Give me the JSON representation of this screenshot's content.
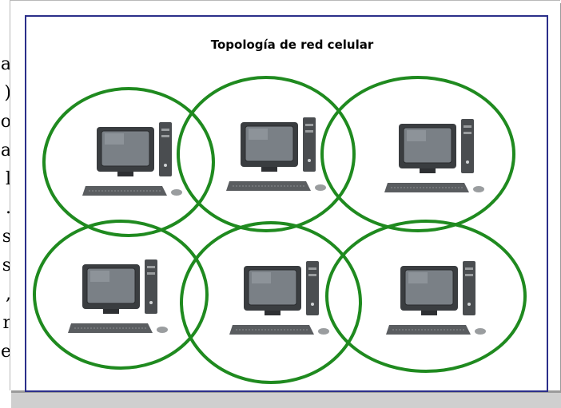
{
  "background_text": {
    "lines": [
      "a",
      ")",
      "o",
      "a",
      "l",
      ".",
      "s",
      "s",
      ",",
      "r",
      "e"
    ]
  },
  "diagram": {
    "title": "Topología de red celular",
    "nodes": [
      {
        "name": "computer-1"
      },
      {
        "name": "computer-2"
      },
      {
        "name": "computer-3"
      },
      {
        "name": "computer-4"
      },
      {
        "name": "computer-5"
      },
      {
        "name": "computer-6"
      }
    ],
    "colors": {
      "cell_ring": "#1f8a1f",
      "frame_border": "#2b2f8a",
      "monitor": "#3a3d40",
      "screen": "#7a8086",
      "keyboard": "#5a5d60"
    }
  }
}
